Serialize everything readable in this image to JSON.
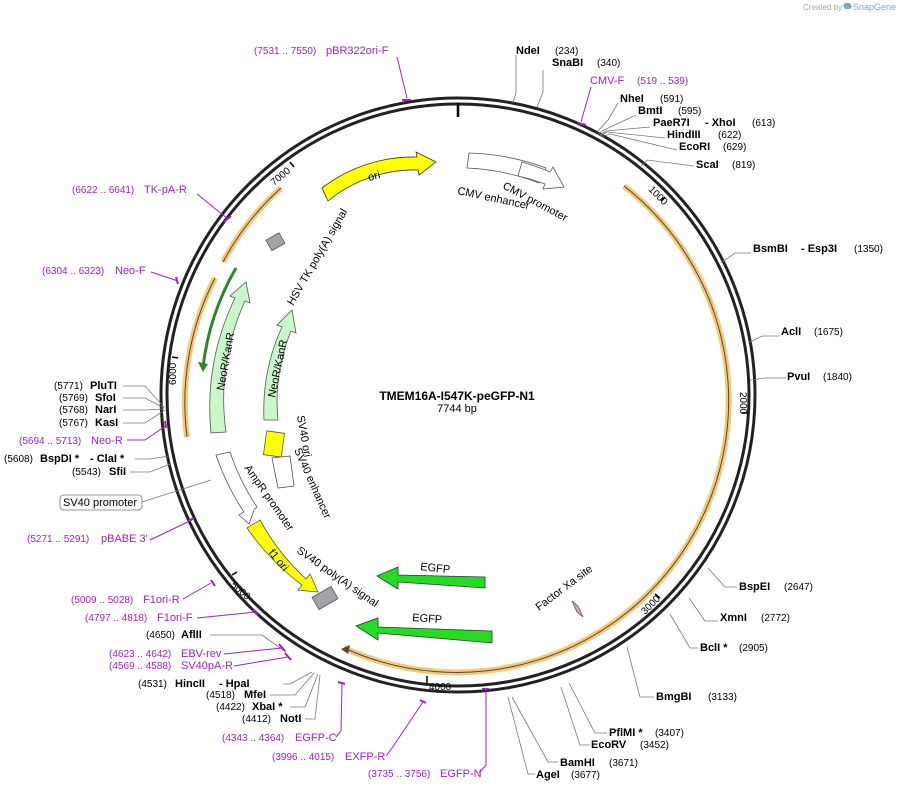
{
  "credit": {
    "text": "Created by",
    "brand": "SnapGene"
  },
  "plasmid": {
    "name": "TMEM16A-I547K-peGFP-N1",
    "size_label": "7744 bp",
    "length": 7744
  },
  "ticks": [
    "1000",
    "2000",
    "3000",
    "4000",
    "5000",
    "6000",
    "7000"
  ],
  "sites": [
    {
      "name": "NdeI",
      "pos": "(234)"
    },
    {
      "name": "SnaBI",
      "pos": "(340)"
    },
    {
      "name": "NheI",
      "pos": "(591)"
    },
    {
      "name": "BmtI",
      "pos": "(595)"
    },
    {
      "name": "PaeR7I",
      "extra": "- XhoI",
      "pos": "(613)"
    },
    {
      "name": "HindIII",
      "pos": "(622)"
    },
    {
      "name": "EcoRI",
      "pos": "(629)"
    },
    {
      "name": "ScaI",
      "pos": "(819)"
    },
    {
      "name": "BsmBI",
      "extra": "- Esp3I",
      "pos": "(1350)"
    },
    {
      "name": "AclI",
      "pos": "(1675)"
    },
    {
      "name": "PvuI",
      "pos": "(1840)"
    },
    {
      "name": "BspEI",
      "pos": "(2647)"
    },
    {
      "name": "XmnI",
      "pos": "(2772)"
    },
    {
      "name": "BclI *",
      "pos": "(2905)"
    },
    {
      "name": "BmgBI",
      "pos": "(3133)"
    },
    {
      "name": "PflMI *",
      "pos": "(3407)"
    },
    {
      "name": "EcoRV",
      "pos": "(3452)"
    },
    {
      "name": "BamHI",
      "pos": "(3671)"
    },
    {
      "name": "AgeI",
      "pos": "(3677)"
    },
    {
      "name": "NotI",
      "pos": "(4412)"
    },
    {
      "name": "XbaI *",
      "pos": "(4422)"
    },
    {
      "name": "MfeI",
      "pos": "(4518)"
    },
    {
      "name": "HincII",
      "extra": "- HpaI",
      "pos": "(4531)"
    },
    {
      "name": "AflII",
      "pos": "(4650)"
    },
    {
      "name": "SfiI",
      "pos": "(5543)"
    },
    {
      "name": "BspDI *",
      "extra": "- ClaI *",
      "pos": "(5608)"
    },
    {
      "name": "KasI",
      "pos": "(5767)"
    },
    {
      "name": "NarI",
      "pos": "(5768)"
    },
    {
      "name": "SfoI",
      "pos": "(5769)"
    },
    {
      "name": "PluTI",
      "pos": "(5771)"
    }
  ],
  "primers": [
    {
      "name": "pBR322ori-F",
      "range": "(7531 .. 7550)"
    },
    {
      "name": "CMV-F",
      "range": "(519 .. 539)"
    },
    {
      "name": "TK-pA-R",
      "range": "(6622 .. 6641)"
    },
    {
      "name": "Neo-F",
      "range": "(6304 .. 6323)"
    },
    {
      "name": "Neo-R",
      "range": "(5694 .. 5713)"
    },
    {
      "name": "pBABE 3'",
      "range": "(5271 .. 5291)"
    },
    {
      "name": "F1ori-R",
      "range": "(5009 .. 5028)"
    },
    {
      "name": "F1ori-F",
      "range": "(4797 .. 4818)"
    },
    {
      "name": "EBV-rev",
      "range": "(4623 .. 4642)"
    },
    {
      "name": "SV40pA-R",
      "range": "(4569 .. 4588)"
    },
    {
      "name": "EGFP-C",
      "range": "(4343 .. 4364)"
    },
    {
      "name": "EXFP-R",
      "range": "(3996 .. 4015)"
    },
    {
      "name": "EGFP-N",
      "range": "(3735 .. 3756)"
    }
  ],
  "features": {
    "ori": "ori",
    "cmv_enhancer": "CMV enhancer",
    "cmv_promoter": "CMV promoter",
    "hsv_tk": "HSV TK poly(A) signal",
    "neor1": "NeoR/KanR",
    "neor2": "NeoR/KanR",
    "sv40_ori": "SV40 ori",
    "sv40_enh": "SV40 enhancer",
    "ampr_promoter": "AmpR promoter",
    "f1_ori": "f1 ori",
    "sv40_polya": "SV40 poly(A) signal",
    "egfp1": "EGFP",
    "egfp2": "EGFP",
    "factor_xa": "Factor Xa site",
    "sv40_promoter_box": "SV40 promoter"
  },
  "colors": {
    "backbone": "#222222",
    "orf_highlight": "#f4c77a",
    "ori": "#ffff00",
    "neo": "#c8f7c8",
    "egfp": "#22dd22",
    "primer": "#a020c8",
    "gray_feature": "#a0a4a8"
  }
}
